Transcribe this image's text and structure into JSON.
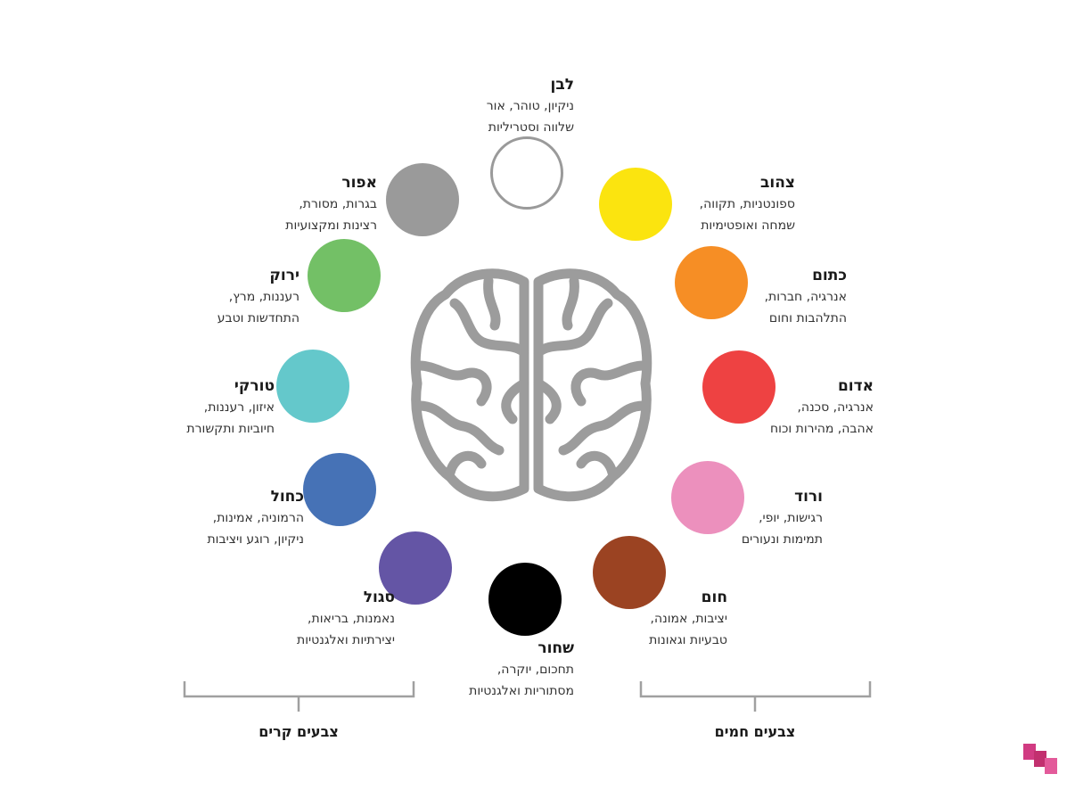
{
  "colors": [
    {
      "key": "white",
      "name": "לבן",
      "line1": "ניקיון, טוהר, אור",
      "line2": "שלווה וסטריליות",
      "fill": "#ffffff",
      "stroke": "#9a9a9a"
    },
    {
      "key": "yellow",
      "name": "צהוב",
      "line1": "ספונטניות, תקווה,",
      "line2": "שמחה ואופטימיות",
      "fill": "#fbe40f"
    },
    {
      "key": "orange",
      "name": "כתום",
      "line1": "אנרגיה, חברות,",
      "line2": "התלהבות וחום",
      "fill": "#f68e25"
    },
    {
      "key": "red",
      "name": "אדום",
      "line1": "אנרגיה, סכנה,",
      "line2": "אהבה, מהירות וכוח",
      "fill": "#ee4242"
    },
    {
      "key": "pink",
      "name": "ורוד",
      "line1": "רגישות, יופי,",
      "line2": "תמימות ונעורים",
      "fill": "#ec90bd"
    },
    {
      "key": "brown",
      "name": "חום",
      "line1": "יציבות, אמונה,",
      "line2": "טבעיות וגאונות",
      "fill": "#9b4322"
    },
    {
      "key": "black",
      "name": "שחור",
      "line1": "תחכום, יוקרה,",
      "line2": "מסתוריות ואלגנטיות",
      "fill": "#000000"
    },
    {
      "key": "purple",
      "name": "סגול",
      "line1": "נאמנות, בריאות,",
      "line2": "יצירתיות ואלגנטיות",
      "fill": "#6455a5"
    },
    {
      "key": "blue",
      "name": "כחול",
      "line1": "הרמוניה, אמינות,",
      "line2": "ניקיון, רוגע ויציבות",
      "fill": "#4672b6"
    },
    {
      "key": "turquoise",
      "name": "טורקי",
      "line1": "איזון, רעננות,",
      "line2": "חיוביות ותקשורת",
      "fill": "#64c8cb"
    },
    {
      "key": "green",
      "name": "ירוק",
      "line1": "רעננות, מרץ,",
      "line2": "התחדשות וטבע",
      "fill": "#73c066"
    },
    {
      "key": "gray",
      "name": "אפור",
      "line1": "בגרות, מסורת,",
      "line2": "רצינות ומקצועיות",
      "fill": "#9a9a9a"
    }
  ],
  "groups": {
    "cool_label": "צבעים קרים",
    "warm_label": "צבעים חמים"
  },
  "accent_colors": {
    "bracket": "#a0a0a0",
    "brain": "#9c9c9c",
    "logo": "#d13b82"
  },
  "icons": {
    "center": "brain-icon",
    "corner": "logo-icon"
  }
}
